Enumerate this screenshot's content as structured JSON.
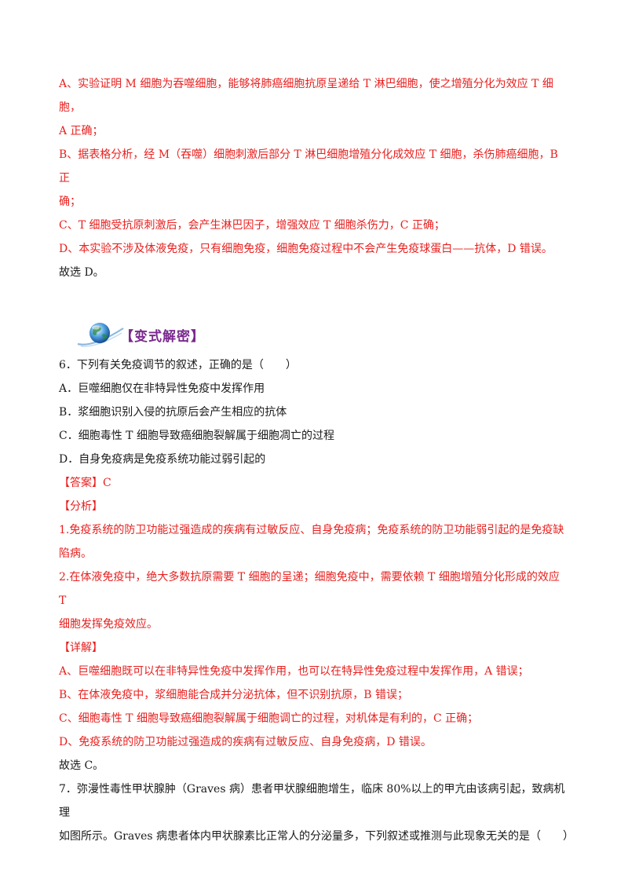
{
  "prev_explain": [
    "A、实验证明 M 细胞为吞噬细胞，能够将肺癌细胞抗原呈递给 T 淋巴细胞，使之增殖分化为效应 T 细胞，",
    "A 正确；",
    "B、据表格分析，经 M（吞噬）细胞刺激后部分 T 淋巴细胞增殖分化成效应 T 细胞，杀伤肺癌细胞，B 正",
    "确；",
    "C、T 细胞受抗原刺激后，会产生淋巴因子，增强效应 T 细胞杀伤力，C 正确；",
    "D、本实验不涉及体液免疫，只有细胞免疫，细胞免疫过程中不会产生免疫球蛋白——抗体，D 错误。"
  ],
  "prev_conclusion": "故选 D。",
  "section": {
    "title": "【变式解密】",
    "icon": "globe-icon"
  },
  "q6": {
    "stem": "6．下列有关免疫调节的叙述，正确的是（　　）",
    "options": [
      "A．巨噬细胞仅在非特异性免疫中发挥作用",
      "B．浆细胞识别入侵的抗原后会产生相应的抗体",
      "C．细胞毒性 T 细胞导致癌细胞裂解属于细胞凋亡的过程",
      "D．自身免疫病是免疫系统功能过弱引起的"
    ],
    "answer_label": "【答案】",
    "answer_value": "C",
    "analysis_label": "【分析】",
    "analysis": [
      "1.免疫系统的防卫功能过强造成的疾病有过敏反应、自身免疫病；免疫系统的防卫功能弱引起的是免疫缺",
      "陷病。",
      "2.在体液免疫中，绝大多数抗原需要 T 细胞的呈递；细胞免疫中，需要依赖 T 细胞增殖分化形成的效应 T",
      "细胞发挥免疫效应。"
    ],
    "detail_label": "【详解】",
    "detail": [
      "A、巨噬细胞既可以在非特异性免疫中发挥作用，也可以在特异性免疫过程中发挥作用，A 错误；",
      "B、在体液免疫中，浆细胞能合成并分泌抗体，但不识别抗原，B 错误；",
      "C、细胞毒性 T 细胞导致癌细胞裂解属于细胞调亡的过程，对机体是有利的，C 正确；",
      "D、免疫系统的防卫功能过强造成的疾病有过敏反应、自身免疫病，D 错误。"
    ],
    "conclusion": "故选 C。"
  },
  "q7": {
    "lines": [
      "7．弥漫性毒性甲状腺肿（Graves 病）患者甲状腺细胞增生，临床 80%以上的甲亢由该病引起，致病机理",
      "如图所示。Graves 病患者体内甲状腺素比正常人的分泌量多，下列叙述或推测与此现象无关的是（　　）"
    ]
  },
  "colors": {
    "highlight": "#e8201f",
    "section_title": "#7a2a8e",
    "text": "#1a1a1a"
  }
}
